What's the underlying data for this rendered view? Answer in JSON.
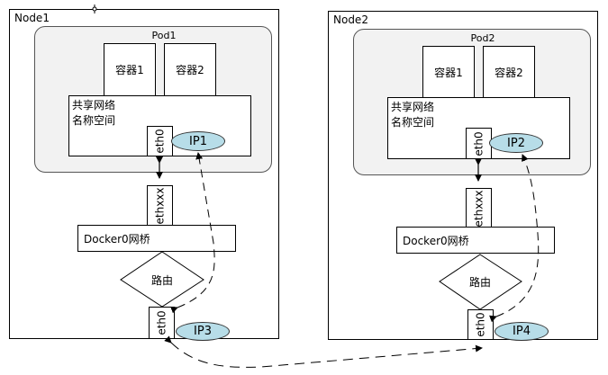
{
  "nodes": [
    {
      "label": "Node1",
      "pod": {
        "label": "Pod1",
        "containers": [
          "容器1",
          "容器2"
        ],
        "netns_lines": [
          "共享网络",
          "名称空间"
        ],
        "eth_label": "eth0",
        "ip": "IP1"
      },
      "veth_label": "ethxxx",
      "bridge_label": "Docker0网桥",
      "route_label": "路由",
      "host_eth_label": "eth0",
      "host_ip": "IP3"
    },
    {
      "label": "Node2",
      "pod": {
        "label": "Pod2",
        "containers": [
          "容器1",
          "容器2"
        ],
        "netns_lines": [
          "共享网络",
          "名称空间"
        ],
        "eth_label": "eth0",
        "ip": "IP2"
      },
      "veth_label": "ethxxx",
      "bridge_label": "Docker0网桥",
      "route_label": "路由",
      "host_eth_label": "eth0",
      "host_ip": "IP4"
    }
  ],
  "colors": {
    "pod_fill": "#f2f2f2",
    "ip_fill": "#b7dde8",
    "line": "#000000"
  }
}
